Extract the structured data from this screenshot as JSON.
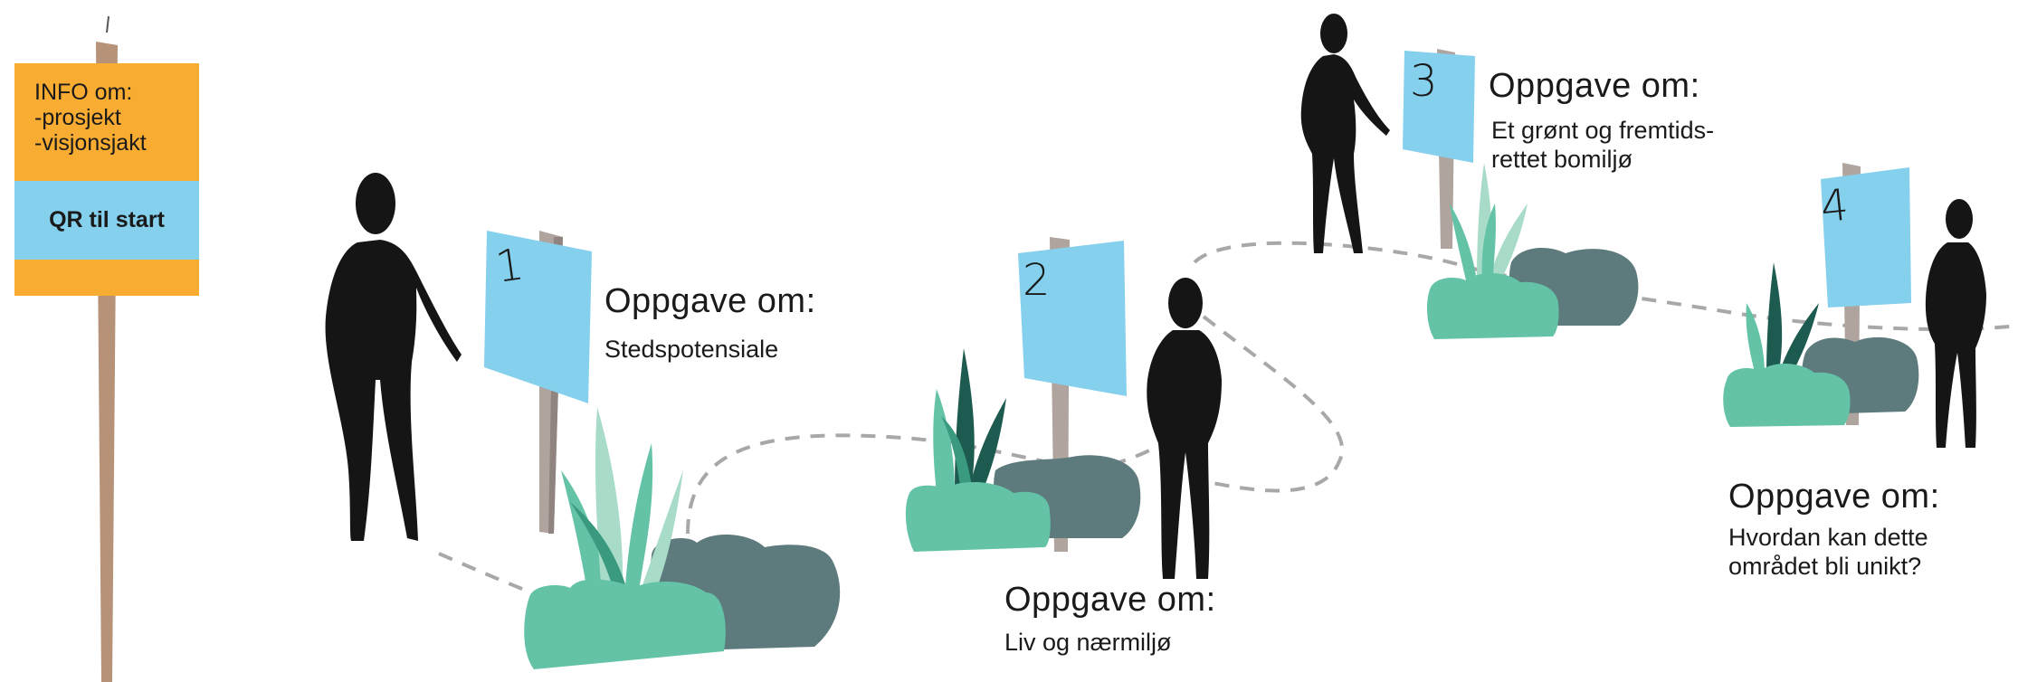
{
  "info_sign": {
    "line1": "INFO om:",
    "line2": "-prosjekt",
    "line3": "-visjonsjakt",
    "qr_label": "QR til start"
  },
  "stations": [
    {
      "number": "1",
      "heading": "Oppgave om:",
      "lines": [
        "Stedspotensiale"
      ]
    },
    {
      "number": "2",
      "heading": "Oppgave om:",
      "lines": [
        "Liv og nærmiljø"
      ]
    },
    {
      "number": "3",
      "heading": "Oppgave om:",
      "lines": [
        "Et grønt og fremtids-",
        "rettet bomiljø"
      ]
    },
    {
      "number": "4",
      "heading": "Oppgave om:",
      "lines": [
        "Hvordan kan dette",
        "området bli unikt?"
      ]
    }
  ],
  "colors": {
    "sign_blue": "#85d0ed",
    "info_orange": "#f9ac32",
    "post_brown": "#b0a49e",
    "plant_green": "#64c3a7",
    "plant_light": "#a8dcc8",
    "plant_dark": "#1d5b50",
    "rock_gray": "#5d7a7d",
    "figure_black": "#151515",
    "path_gray": "#a8a8a8"
  }
}
